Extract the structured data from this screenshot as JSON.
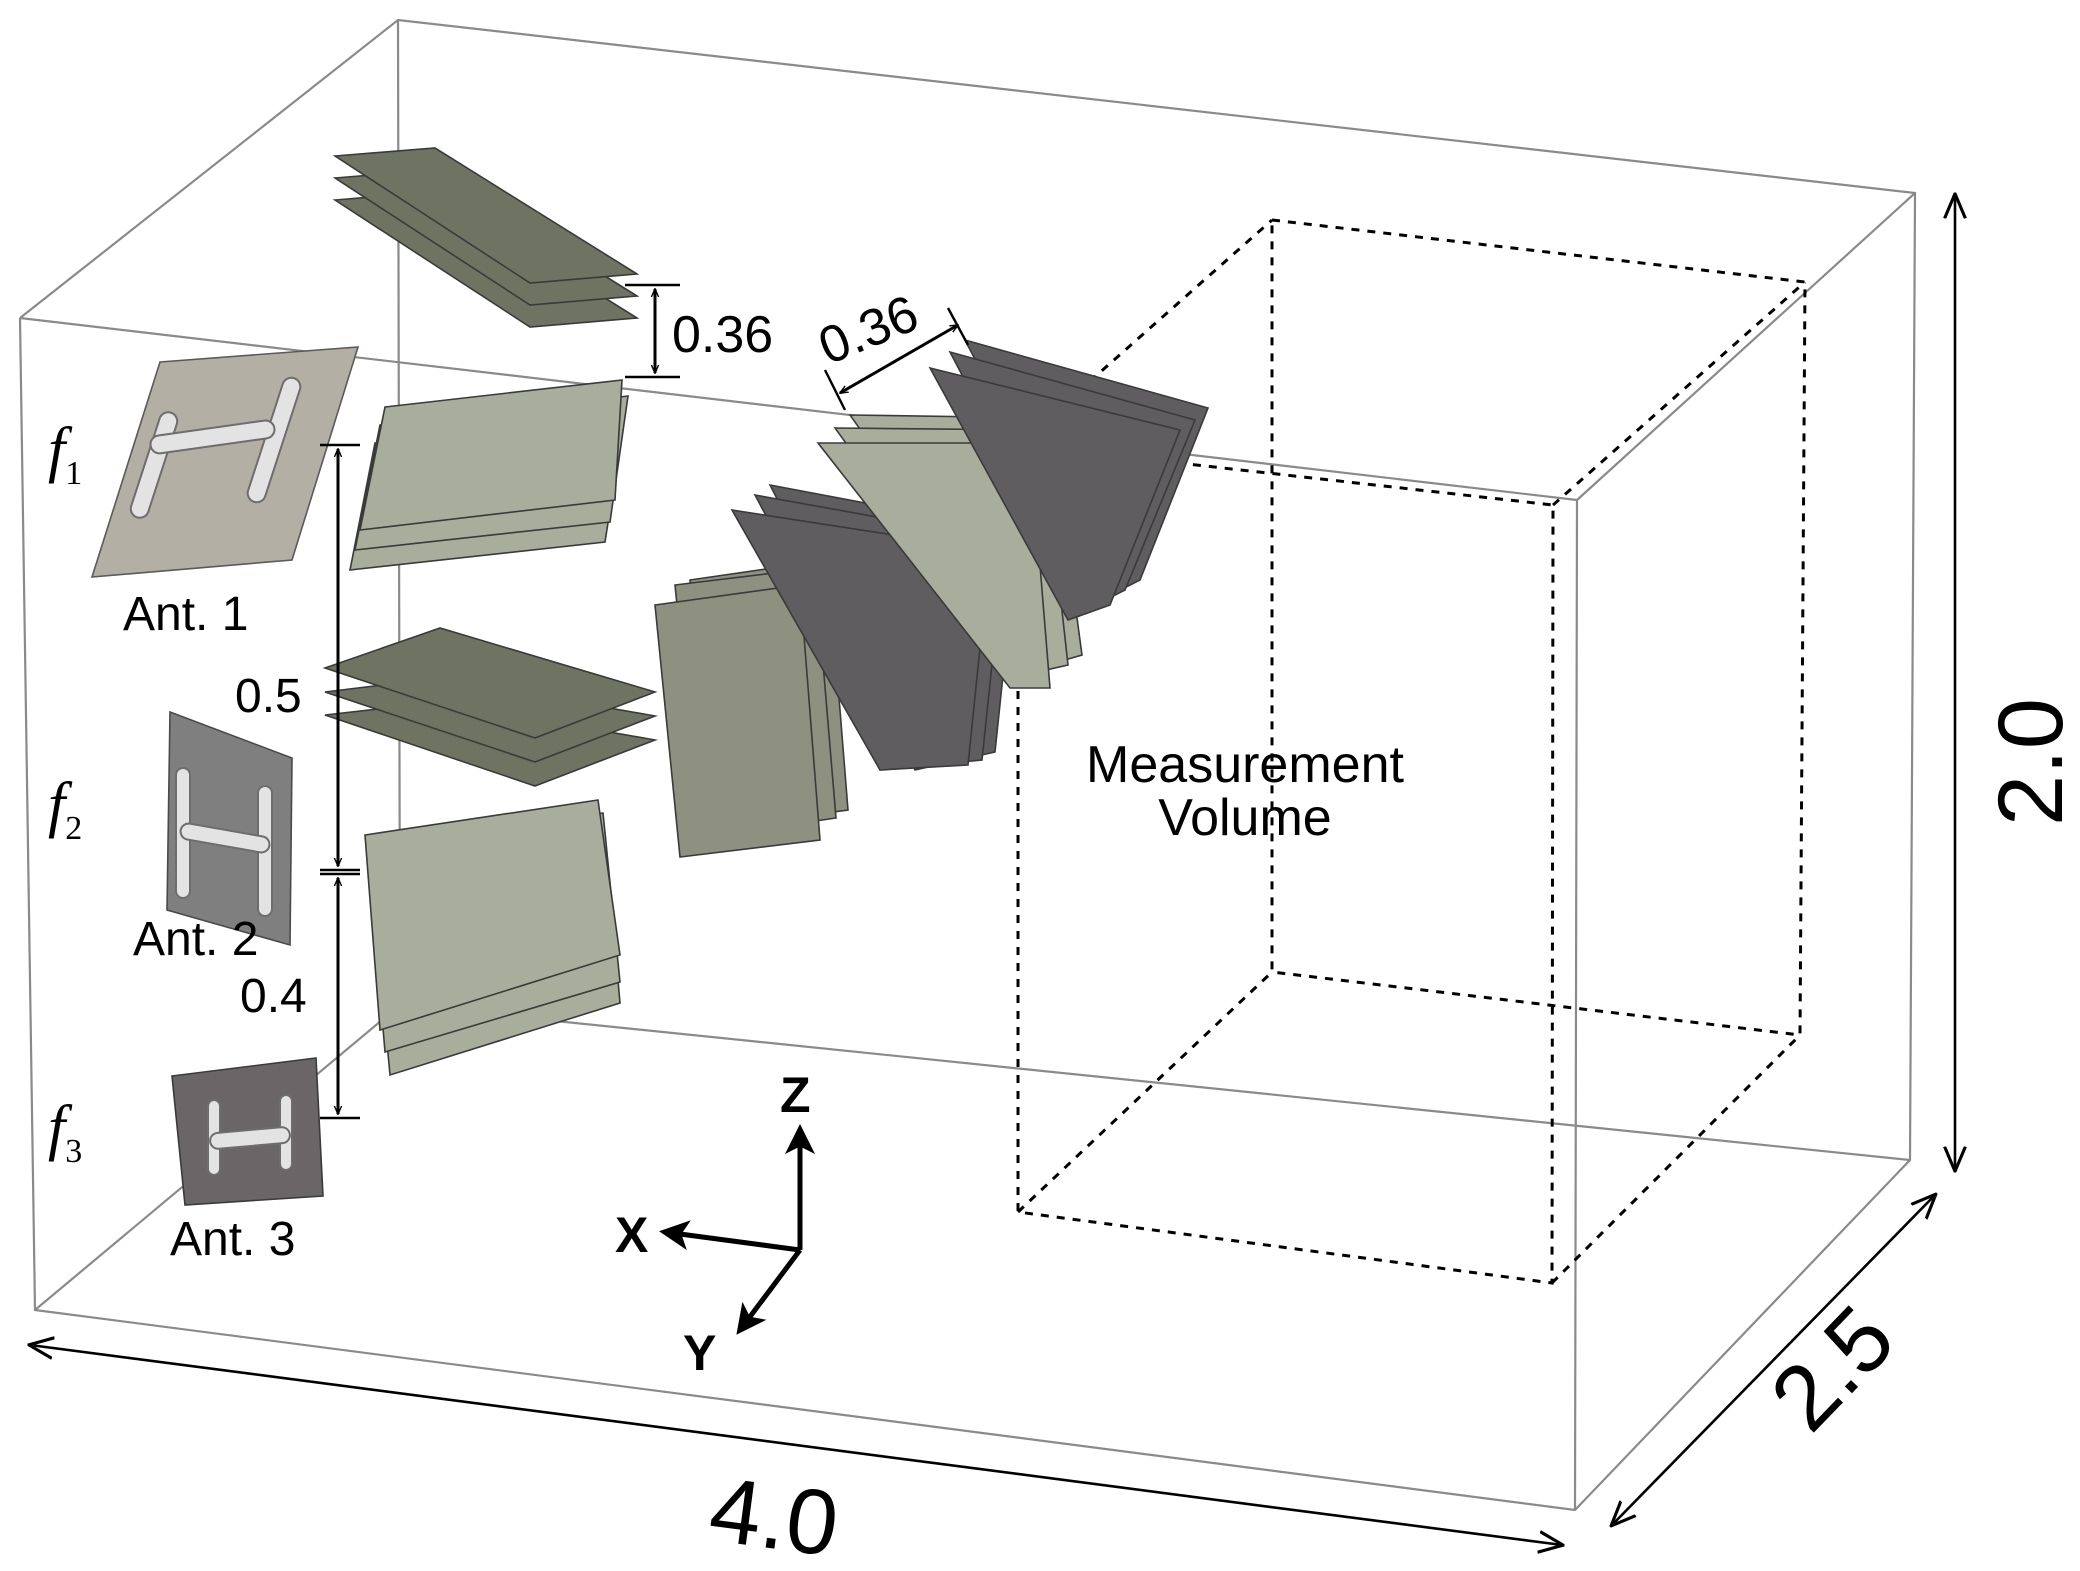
{
  "figure": {
    "antennas": [
      {
        "freq_symbol": "f",
        "freq_sub": "1",
        "label": "Ant. 1"
      },
      {
        "freq_symbol": "f",
        "freq_sub": "2",
        "label": "Ant. 2"
      },
      {
        "freq_symbol": "f",
        "freq_sub": "3",
        "label": "Ant. 3"
      }
    ],
    "spacing_labels": {
      "vertical_stack": "0.36",
      "oblique_stack": "0.36",
      "ant1_to_ant2": "0.5",
      "ant2_to_ant3": "0.4"
    },
    "measurement_volume": [
      "Measurement",
      "Volume"
    ],
    "room_dimensions": {
      "length": "4.0",
      "depth": "2.5",
      "height": "2.0"
    },
    "axes": {
      "z": "Z",
      "x": "X",
      "y": "Y"
    },
    "colors": {
      "room_edges": "#8a8a8a",
      "plate_light": "#a9ad9c",
      "plate_olive": "#6e7461",
      "plate_dark": "#5f5d5f",
      "antenna_1": "#b4afa4",
      "antenna_2": "#7f7f7f",
      "antenna_3": "#6a6668"
    }
  }
}
